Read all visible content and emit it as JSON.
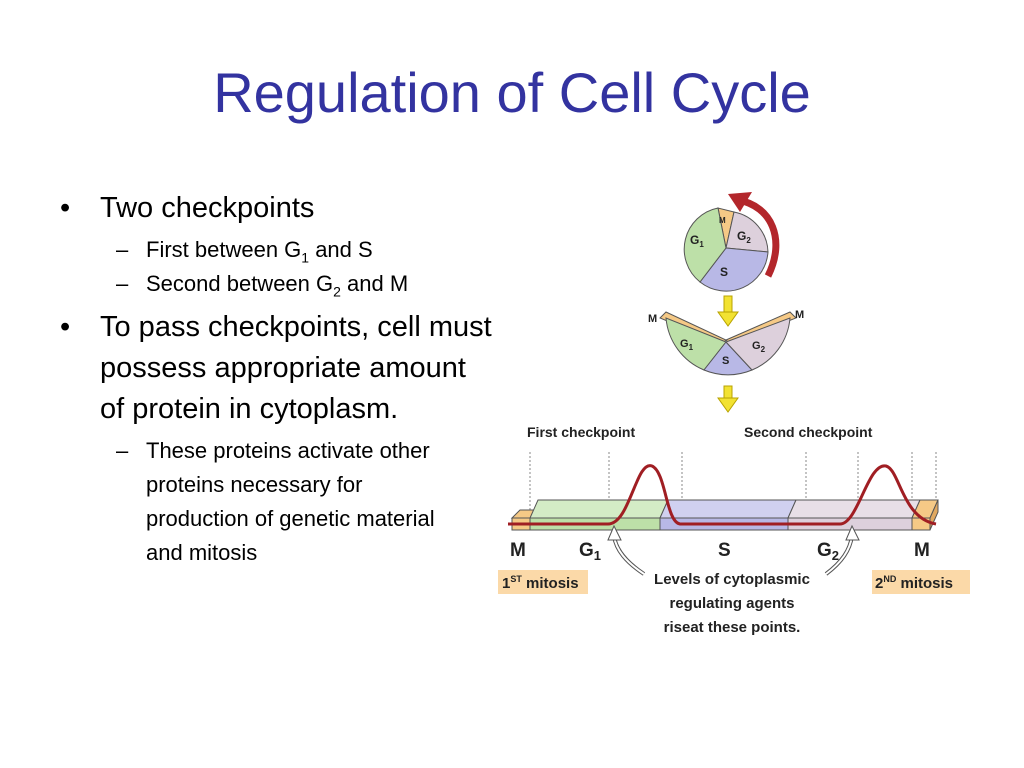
{
  "slide": {
    "title": "Regulation of Cell Cycle",
    "bullets": [
      {
        "text": "Two checkpoints"
      },
      {
        "text": "To pass checkpoints, cell must possess appropriate amount of protein in cytoplasm."
      }
    ],
    "sub_bullets": {
      "first": {
        "prefix": "First between G",
        "sub": "1",
        "suffix": " and S"
      },
      "second": {
        "prefix": "Second between G",
        "sub": "2",
        "suffix": " and M"
      },
      "third": {
        "text": "These proteins activate other proteins necessary for production of genetic material and mitosis"
      }
    }
  },
  "diagram": {
    "wheel_labels": {
      "g1": "G",
      "g2": "G",
      "s": "S",
      "m": "M",
      "sub1": "1",
      "sub2": "2"
    },
    "checkpoint_labels": {
      "first": "First checkpoint",
      "second": "Second checkpoint"
    },
    "phase_labels": {
      "m_left": "M",
      "g1": "G",
      "g1_sub": "1",
      "s": "S",
      "g2": "G",
      "g2_sub": "2",
      "m_right": "M"
    },
    "mitosis_labels": {
      "first_num": "1",
      "first_sup": "ST",
      "first_word": " mitosis",
      "second_num": "2",
      "second_sup": "ND",
      "second_word": " mitosis"
    },
    "caption": [
      "Levels of cytoplasmic",
      "regulating agents",
      "riseat these points."
    ],
    "colors": {
      "g1": "#bde0a8",
      "s": "#b8b8e6",
      "g2": "#ddd0dc",
      "m": "#f5c986",
      "curve": "#a01e23",
      "arrow": "#f2e232",
      "mitosis_box": "#fbd9a8",
      "title": "#3333a0"
    }
  }
}
